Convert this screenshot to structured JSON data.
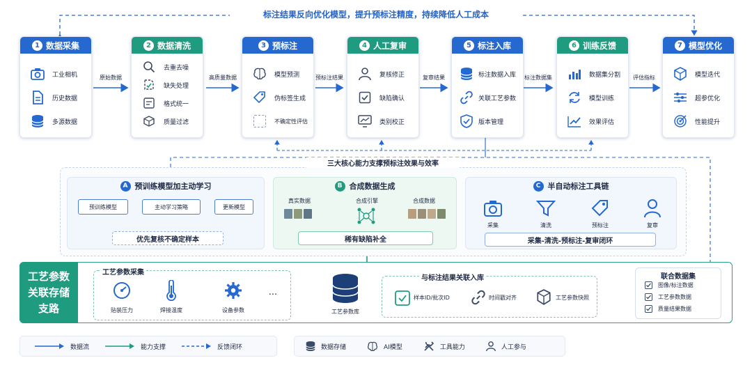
{
  "header": {
    "feedback_title": "标注结果反向优化模型，提升预标注精度，持续降低人工成本"
  },
  "stages": [
    {
      "num": "1",
      "title": "数据采集",
      "color": "#2468d0",
      "items": [
        {
          "label": "工业相机",
          "icon": "camera-icon"
        },
        {
          "label": "历史数据",
          "icon": "document-icon"
        },
        {
          "label": "多源数据",
          "icon": "database-icon"
        }
      ]
    },
    {
      "num": "2",
      "title": "数据清洗",
      "color": "#1f9c7f",
      "items": [
        {
          "label": "去重去噪",
          "icon": "search-icon"
        },
        {
          "label": "缺失处理",
          "icon": "missing-piece-icon"
        },
        {
          "label": "格式统一",
          "icon": "format-icon"
        },
        {
          "label": "质量过滤",
          "icon": "cube-filter-icon"
        }
      ]
    },
    {
      "num": "3",
      "title": "预标注",
      "color": "#2468d0",
      "items": [
        {
          "label": "模型预测",
          "icon": "brain-icon"
        },
        {
          "label": "伪标签生成",
          "icon": "tag-icon"
        },
        {
          "label": "不确定性评估",
          "icon": "dashed-box-icon"
        }
      ]
    },
    {
      "num": "4",
      "title": "人工复审",
      "color": "#1f9c7f",
      "items": [
        {
          "label": "复核修正",
          "icon": "person-icon"
        },
        {
          "label": "缺陷确认",
          "icon": "checkbox-icon"
        },
        {
          "label": "类别校正",
          "icon": "monitor-chart-icon"
        }
      ]
    },
    {
      "num": "5",
      "title": "标注入库",
      "color": "#2468d0",
      "items": [
        {
          "label": "标注数据入库",
          "icon": "database-icon"
        },
        {
          "label": "关联工艺参数",
          "icon": "link-icon"
        },
        {
          "label": "版本管理",
          "icon": "shield-check-icon"
        }
      ]
    },
    {
      "num": "6",
      "title": "训练反馈",
      "color": "#1f9c7f",
      "items": [
        {
          "label": "数据集分割",
          "icon": "bar-chart-icon"
        },
        {
          "label": "模型训练",
          "icon": "refresh-icon"
        },
        {
          "label": "效果评估",
          "icon": "trend-icon"
        }
      ]
    },
    {
      "num": "7",
      "title": "模型优化",
      "color": "#2468d0",
      "items": [
        {
          "label": "模型迭代",
          "icon": "cube-icon"
        },
        {
          "label": "超参优化",
          "icon": "sliders-icon"
        },
        {
          "label": "性能提升",
          "icon": "target-icon"
        }
      ]
    }
  ],
  "flow_labels": [
    "原始数据",
    "高质量数据",
    "预标注结果",
    "复审结果",
    "标注数据集",
    "评估指标"
  ],
  "capabilities": {
    "title": "三大核心能力支撑预标注效果与效率",
    "a": {
      "badge": "A",
      "title": "预训练模型加主动学习",
      "boxes": [
        "预训练模型",
        "主动学习策略",
        "更新模型"
      ],
      "note": "优先复核不确定样本"
    },
    "b": {
      "badge": "B",
      "title": "合成数据生成",
      "labels": [
        "真实数据",
        "合成引擎",
        "合成数据"
      ],
      "note": "稀有缺陷补全"
    },
    "c": {
      "badge": "C",
      "title": "半自动标注工具链",
      "steps": [
        "采集",
        "清洗",
        "预标注",
        "复审"
      ],
      "note": "采集-清洗-预标注-复审闭环"
    }
  },
  "process_branch": {
    "title_lines": [
      "工艺参数",
      "关联存储",
      "支路"
    ],
    "collection": {
      "title": "工艺参数采集",
      "items": [
        "贴装压力",
        "焊接温度",
        "设备参数"
      ],
      "more": "···"
    },
    "storage_label": "工艺参数库",
    "association": {
      "title": "与标注结果关联入库",
      "items": [
        "样本ID/批次ID",
        "时间戳对齐",
        "工艺参数快照"
      ]
    },
    "joint": {
      "title": "联合数据集",
      "items": [
        "图像/标注数据",
        "工艺参数数据",
        "质量结果数据"
      ]
    }
  },
  "legend": {
    "lines": [
      "数据流",
      "能力支撑",
      "反馈闭环"
    ],
    "icons": [
      {
        "label": "数据存储",
        "icon": "database-icon"
      },
      {
        "label": "AI模型",
        "icon": "brain-icon"
      },
      {
        "label": "工具能力",
        "icon": "tools-icon"
      },
      {
        "label": "人工参与",
        "icon": "person-icon"
      }
    ]
  },
  "colors": {
    "blue": "#2468d0",
    "green": "#1f9c7f",
    "text": "#1f2a44"
  }
}
